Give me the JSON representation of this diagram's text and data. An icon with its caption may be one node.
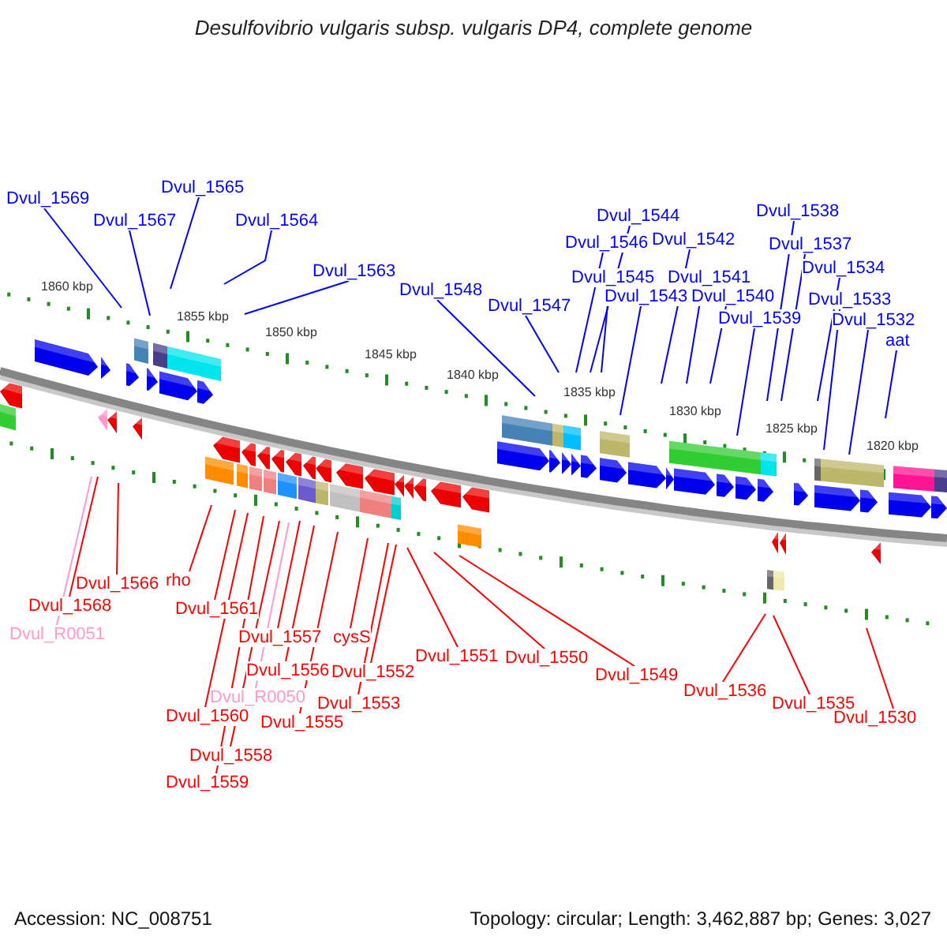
{
  "diagram": {
    "title": "Desulfovibrio vulgaris subsp. vulgaris DP4, complete genome",
    "nodes": [
      {
        "text": [
          "Dvul_1569"
        ]
      },
      {
        "text": [
          "Dvul_1567"
        ]
      },
      {
        "text": [
          "Dvul_1565"
        ]
      },
      {
        "text": [
          "Dvul_1564"
        ]
      },
      {
        "text": [
          "Dvul_1563"
        ]
      },
      {
        "text": [
          "Dvul_1548"
        ]
      },
      {
        "text": [
          "Dvul_1547"
        ]
      },
      {
        "text": [
          "Dvul_1546"
        ]
      },
      {
        "text": [
          "Dvul_1544"
        ]
      },
      {
        "text": [
          "Dvul_1545"
        ]
      },
      {
        "text": [
          "Dvul_1543"
        ]
      },
      {
        "text": [
          "Dvul_1542"
        ]
      },
      {
        "text": [
          "Dvul_1541"
        ]
      },
      {
        "text": [
          "Dvul_1540"
        ]
      },
      {
        "text": [
          "Dvul_1539"
        ]
      },
      {
        "text": [
          "Dvul_1538"
        ]
      },
      {
        "text": [
          "Dvul_1537"
        ]
      },
      {
        "text": [
          "Dvul_1534"
        ]
      },
      {
        "text": [
          "Dvul_1533"
        ]
      },
      {
        "text": [
          "Dvul_1532"
        ]
      },
      {
        "text": [
          "aat"
        ]
      },
      {
        "text": [
          "Dvul_R0051"
        ]
      },
      {
        "text": [
          "Dvul_1568"
        ]
      },
      {
        "text": [
          "Dvul_1566"
        ]
      },
      {
        "text": [
          "rho"
        ]
      },
      {
        "text": [
          "Dvul_1561"
        ]
      },
      {
        "text": [
          "Dvul_1560"
        ]
      },
      {
        "text": [
          "Dvul_1559"
        ]
      },
      {
        "text": [
          "Dvul_1558"
        ]
      },
      {
        "text": [
          "Dvul_1557"
        ]
      },
      {
        "text": [
          "Dvul_1556"
        ]
      },
      {
        "text": [
          "Dvul_R0050"
        ]
      },
      {
        "text": [
          "Dvul_1555"
        ]
      },
      {
        "text": [
          "cysS"
        ]
      },
      {
        "text": [
          "Dvul_1553"
        ]
      },
      {
        "text": [
          "Dvul_1552"
        ]
      },
      {
        "text": [
          "Dvul_1551"
        ]
      },
      {
        "text": [
          "Dvul_1550"
        ]
      },
      {
        "text": [
          "Dvul_1549"
        ]
      },
      {
        "text": [
          "Dvul_1536"
        ]
      },
      {
        "text": [
          "Dvul_1535"
        ]
      },
      {
        "text": [
          "Dvul_1530"
        ]
      }
    ],
    "edges": [
      {
        "from": 0,
        "to": null,
        "arrow": "none"
      },
      {
        "from": 1,
        "to": null,
        "arrow": "none"
      },
      {
        "from": 2,
        "to": null,
        "arrow": "none"
      },
      {
        "from": 3,
        "to": null,
        "arrow": "none"
      },
      {
        "from": 4,
        "to": null,
        "arrow": "none"
      },
      {
        "from": 5,
        "to": null,
        "arrow": "none"
      },
      {
        "from": 6,
        "to": null,
        "arrow": "none"
      },
      {
        "from": 7,
        "to": null,
        "arrow": "none"
      },
      {
        "from": 8,
        "to": null,
        "arrow": "none"
      },
      {
        "from": 9,
        "to": null,
        "arrow": "none"
      },
      {
        "from": 10,
        "to": null,
        "arrow": "none"
      },
      {
        "from": 11,
        "to": null,
        "arrow": "none"
      },
      {
        "from": 12,
        "to": null,
        "arrow": "none"
      },
      {
        "from": 13,
        "to": null,
        "arrow": "none"
      },
      {
        "from": 14,
        "to": null,
        "arrow": "none"
      },
      {
        "from": 15,
        "to": null,
        "arrow": "none"
      },
      {
        "from": 16,
        "to": null,
        "arrow": "none"
      },
      {
        "from": 17,
        "to": null,
        "arrow": "none"
      },
      {
        "from": 18,
        "to": null,
        "arrow": "none"
      },
      {
        "from": 19,
        "to": null,
        "arrow": "none"
      },
      {
        "from": 20,
        "to": null,
        "arrow": "none"
      },
      {
        "from": 21,
        "to": null,
        "arrow": "none",
        "color": "#ff99cc"
      },
      {
        "from": 22,
        "to": null,
        "arrow": "none",
        "color": "#ff0000"
      },
      {
        "from": 23,
        "to": null,
        "arrow": "none",
        "color": "#ff0000"
      },
      {
        "from": 24,
        "to": null,
        "arrow": "none",
        "color": "#ff0000"
      },
      {
        "from": 25,
        "to": null,
        "arrow": "none",
        "color": "#ff0000"
      },
      {
        "from": 26,
        "to": null,
        "arrow": "none",
        "color": "#ff0000"
      },
      {
        "from": 27,
        "to": null,
        "arrow": "none",
        "color": "#ff0000"
      },
      {
        "from": 28,
        "to": null,
        "arrow": "none",
        "color": "#ff0000"
      },
      {
        "from": 29,
        "to": null,
        "arrow": "none",
        "color": "#ff0000"
      },
      {
        "from": 30,
        "to": null,
        "arrow": "none",
        "color": "#ff0000"
      },
      {
        "from": 31,
        "to": null,
        "arrow": "none",
        "color": "#ff99cc"
      },
      {
        "from": 32,
        "to": null,
        "arrow": "none",
        "color": "#ff0000"
      },
      {
        "from": 33,
        "to": null,
        "arrow": "none",
        "color": "#ff0000"
      },
      {
        "from": 34,
        "to": null,
        "arrow": "none",
        "color": "#ff0000"
      },
      {
        "from": 35,
        "to": null,
        "arrow": "none",
        "color": "#ff0000"
      },
      {
        "from": 36,
        "to": null,
        "arrow": "none",
        "color": "#ff0000"
      },
      {
        "from": 37,
        "to": null,
        "arrow": "none",
        "color": "#ff0000"
      },
      {
        "from": 38,
        "to": null,
        "arrow": "none",
        "color": "#ff0000"
      },
      {
        "from": 39,
        "to": null,
        "arrow": "none",
        "color": "#ff0000"
      },
      {
        "from": 40,
        "to": null,
        "arrow": "none",
        "color": "#ff0000"
      },
      {
        "from": 41,
        "to": null,
        "arrow": "none",
        "color": "#ff0000"
      }
    ],
    "labels": [
      "1860 kbp",
      "1855 kbp",
      "1850 kbp",
      "1845 kbp",
      "1840 kbp",
      "1835 kbp",
      "1830 kbp",
      "1825 kbp",
      "1820 kbp",
      "Accession: NC_008751",
      "Topology: circular; Length: 3,462,887 bp; Genes: 3,027"
    ]
  }
}
